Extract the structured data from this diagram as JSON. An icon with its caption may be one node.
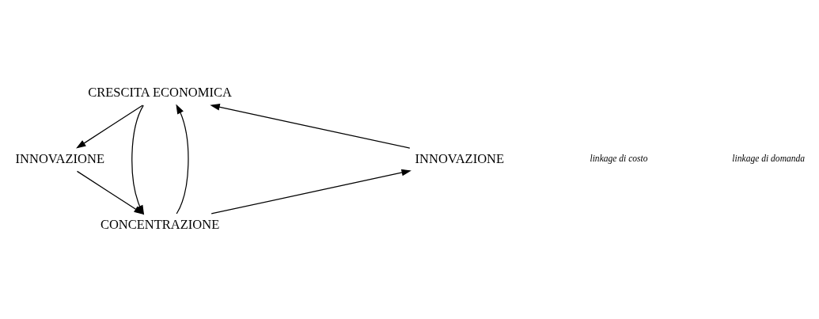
{
  "diagram": {
    "nodes": [
      {
        "text": [
          "CRESCITA ECONOMICA"
        ]
      },
      {
        "text": [
          "INNOVAZIONE"
        ]
      },
      {
        "text": [
          "INNOVAZIONE"
        ]
      },
      {
        "text": [
          "CONCENTRAZIONE"
        ]
      }
    ],
    "edges": [
      {
        "from": 1,
        "to": 0,
        "arrow": "to"
      },
      {
        "from": 0,
        "to": 2,
        "arrow": "to"
      },
      {
        "from": 2,
        "to": 3,
        "arrow": "to"
      },
      {
        "from": 3,
        "to": 1,
        "arrow": "to"
      },
      {
        "from": 0,
        "to": 3,
        "arrow": "to"
      },
      {
        "from": 3,
        "to": 0,
        "arrow": "to"
      }
    ],
    "labels": [
      "linkage di costo",
      "linkage di domanda"
    ]
  }
}
